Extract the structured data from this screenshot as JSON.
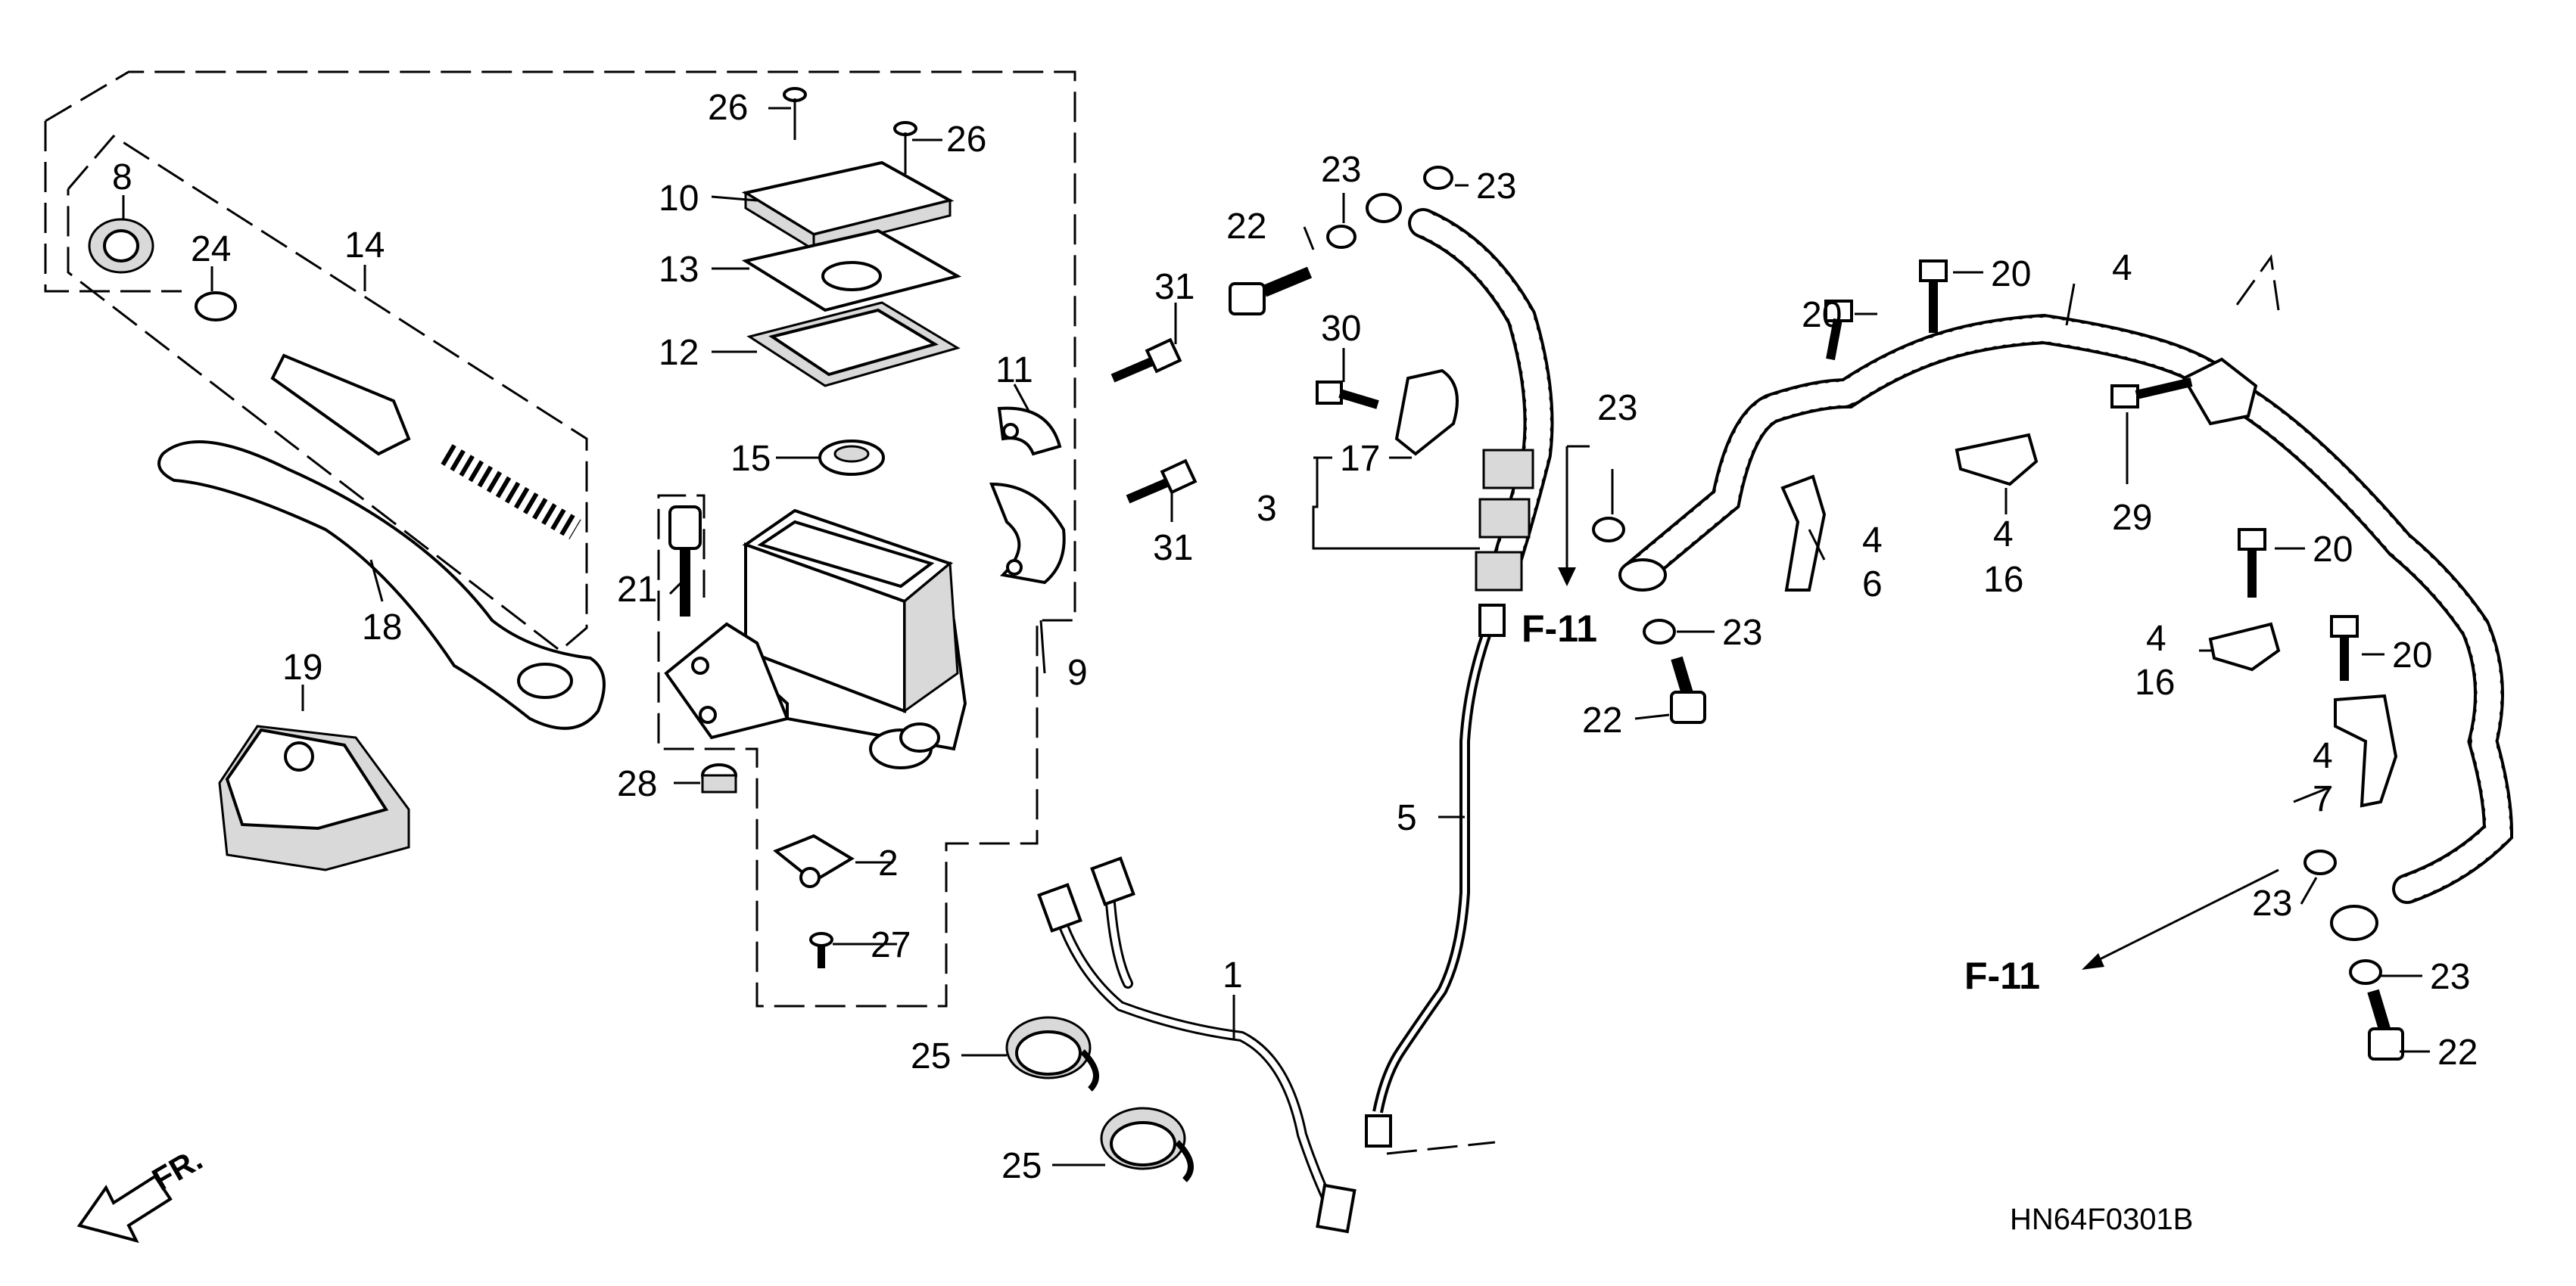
{
  "callouts": {
    "c1": "1",
    "c2": "2",
    "c3": "3",
    "c4a": "4",
    "c4b": "4",
    "c4c": "4",
    "c4d": "4",
    "c4e": "4",
    "c5": "5",
    "c6": "6",
    "c7": "7",
    "c8": "8",
    "c9": "9",
    "c10": "10",
    "c11": "11",
    "c12": "12",
    "c13": "13",
    "c14": "14",
    "c15": "15",
    "c16a": "16",
    "c16b": "16",
    "c17": "17",
    "c18": "18",
    "c19": "19",
    "c20a": "20",
    "c20b": "20",
    "c20c": "20",
    "c20d": "20",
    "c21": "21",
    "c22a": "22",
    "c22b": "22",
    "c22c": "22",
    "c23a": "23",
    "c23b": "23",
    "c23c": "23",
    "c23d": "23",
    "c23e": "23",
    "c23f": "23",
    "c24": "24",
    "c25a": "25",
    "c25b": "25",
    "c26a": "26",
    "c26b": "26",
    "c27": "27",
    "c28": "28",
    "c29": "29",
    "c30": "30",
    "c31a": "31",
    "c31b": "31"
  },
  "references": {
    "f11_left": "F-11",
    "f11_right": "F-11"
  },
  "direction_label": "FR.",
  "diagram_code": "HN64F0301B"
}
